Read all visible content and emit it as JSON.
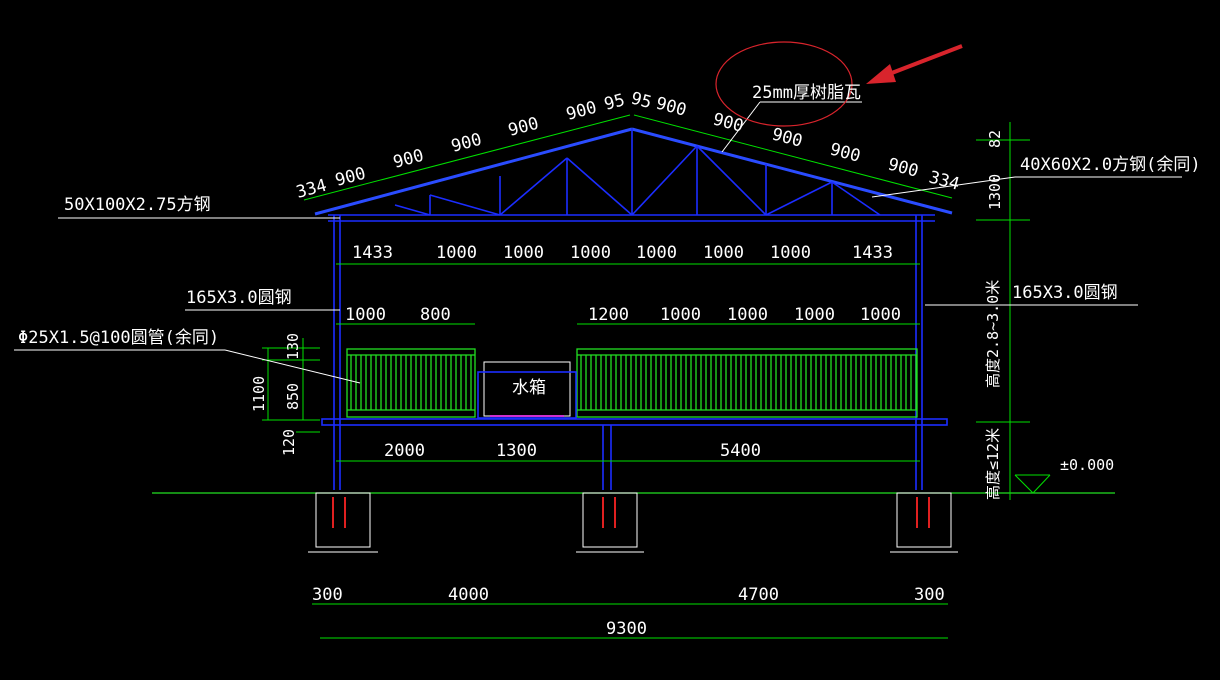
{
  "annotations": {
    "roof_sheet": "25mm厚树脂瓦",
    "rafter": "50X100X2.75方钢",
    "purlin": "40X60X2.0方钢(余同)",
    "column_left": "165X3.0圆钢",
    "column_right": "165X3.0圆钢",
    "railing": "Φ25X1.5@100圆管(余同)",
    "tank": "水箱",
    "height_upper": "高度2.8~3.0米",
    "height_lower": "高度≤12米",
    "elevation": "±0.000"
  },
  "roof_dims": {
    "left_edge": "334",
    "left": [
      "900",
      "900",
      "900",
      "900",
      "900"
    ],
    "ridge_left": "95",
    "ridge_right": "95",
    "right": [
      "900",
      "900",
      "900",
      "900",
      "900"
    ],
    "right_edge": "334"
  },
  "beam_dims": [
    "1433",
    "1000",
    "1000",
    "1000",
    "1000",
    "1000",
    "1000",
    "1433"
  ],
  "railing_dims_left": [
    "1000",
    "800"
  ],
  "railing_dims_right": [
    "1200",
    "1000",
    "1000",
    "1000",
    "1000"
  ],
  "railing_vertical": [
    "130",
    "850",
    "1100",
    "120"
  ],
  "floor_dims": [
    "2000",
    "1300",
    "5400"
  ],
  "foundation_dims": [
    "300",
    "4000",
    "4700",
    "300"
  ],
  "total_dim": "9300",
  "right_vertical": [
    "82",
    "1300"
  ],
  "colors": {
    "background": "#000000",
    "structure": "#1b2dff",
    "dimension": "#00e000",
    "highlight": "#d8242c",
    "text": "#ffffff"
  }
}
